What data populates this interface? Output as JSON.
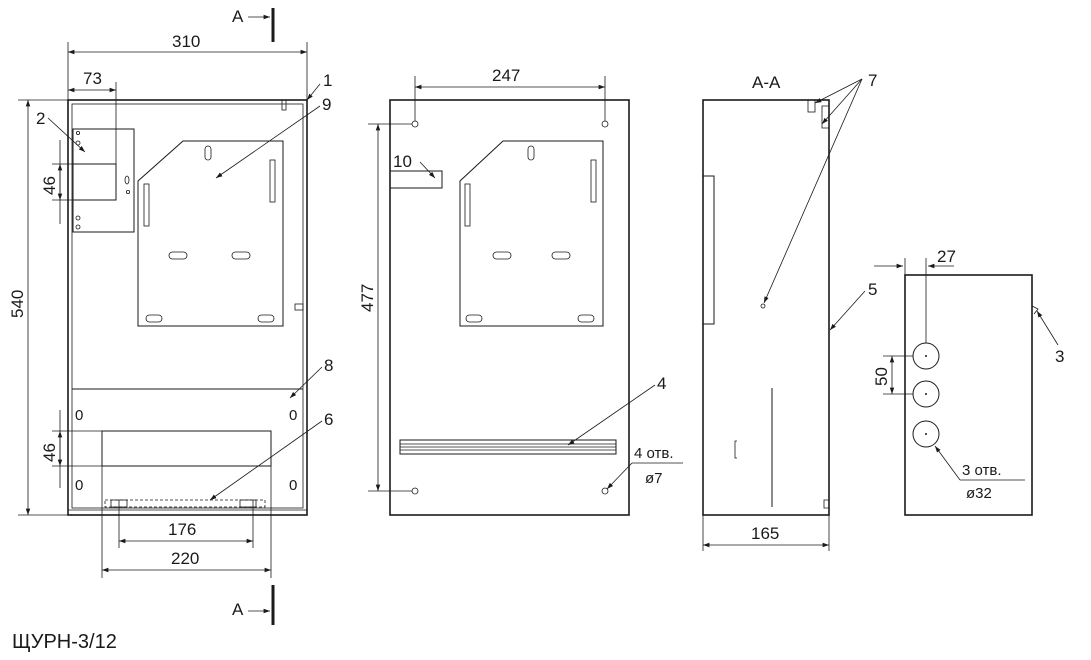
{
  "caption": "ЩУРН-3/12",
  "section_marker": "А",
  "section_title": "А-А",
  "dimensions": {
    "width_total": "310",
    "offset_73": "73",
    "height_total": "540",
    "block_46_top": "46",
    "block_46_bottom": "46",
    "inner_176": "176",
    "inner_220": "220",
    "hole_spacing_247": "247",
    "hole_spacing_477": "477",
    "depth_165": "165",
    "offset_27": "27",
    "pitch_50": "50"
  },
  "callouts": {
    "c1": "1",
    "c2": "2",
    "c3": "3",
    "c4": "4",
    "c5": "5",
    "c6": "6",
    "c7": "7",
    "c8": "8",
    "c9": "9",
    "c10": "10"
  },
  "holes_note_4": {
    "count": "4 отв.",
    "diameter": "ø7"
  },
  "holes_note_3": {
    "count": "3 отв.",
    "diameter": "ø32"
  },
  "zero_marks": "0",
  "colors": {
    "line": "#1a1a1a",
    "background": "#ffffff"
  }
}
